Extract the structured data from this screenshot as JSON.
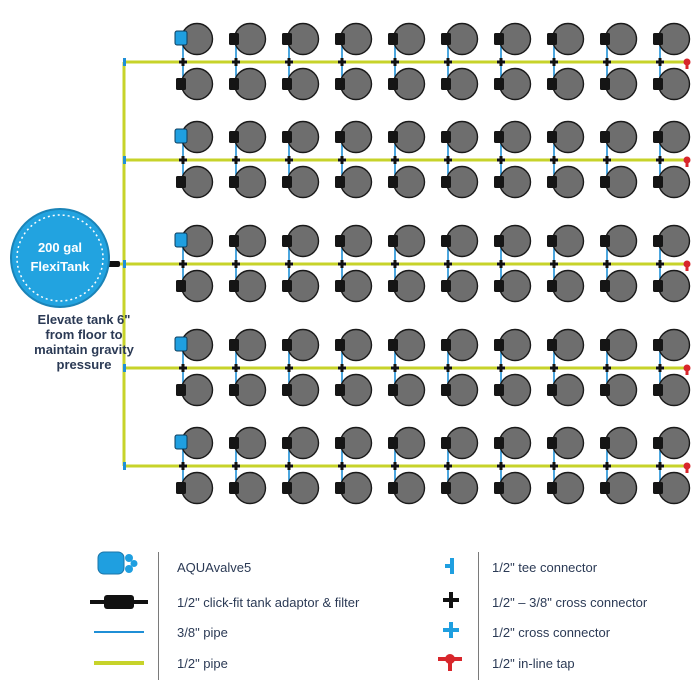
{
  "tank": {
    "line1": "200 gal",
    "line2": "FlexiTank"
  },
  "note": {
    "line1": "Elevate tank 6\"",
    "line2": "from floor to",
    "line3": "maintain gravity",
    "line4": "pressure"
  },
  "legend": {
    "aquavalve": "AQUAvalve5",
    "tank_adaptor": "1/2\" click-fit tank adaptor & filter",
    "pipe_38": "3/8\" pipe",
    "pipe_12": "1/2\" pipe",
    "tee": "1/2\" tee connector",
    "cross_black": "1/2\" –  3/8\" cross connector",
    "cross_blue": "1/2\" cross connector",
    "inline_tap": "1/2\" in-line tap"
  },
  "colors": {
    "pipe_12": "#c7d32a",
    "pipe_38": "#1f8fd6",
    "tank": "#22a3e0",
    "pot": "#6e6e6e",
    "pot_stroke": "#1a1a1a",
    "valve_box": "#1f9fe0",
    "tap": "#d8262b",
    "text": "#2b3a55"
  },
  "layout": {
    "rows": 5,
    "pots_per_side": 10
  }
}
